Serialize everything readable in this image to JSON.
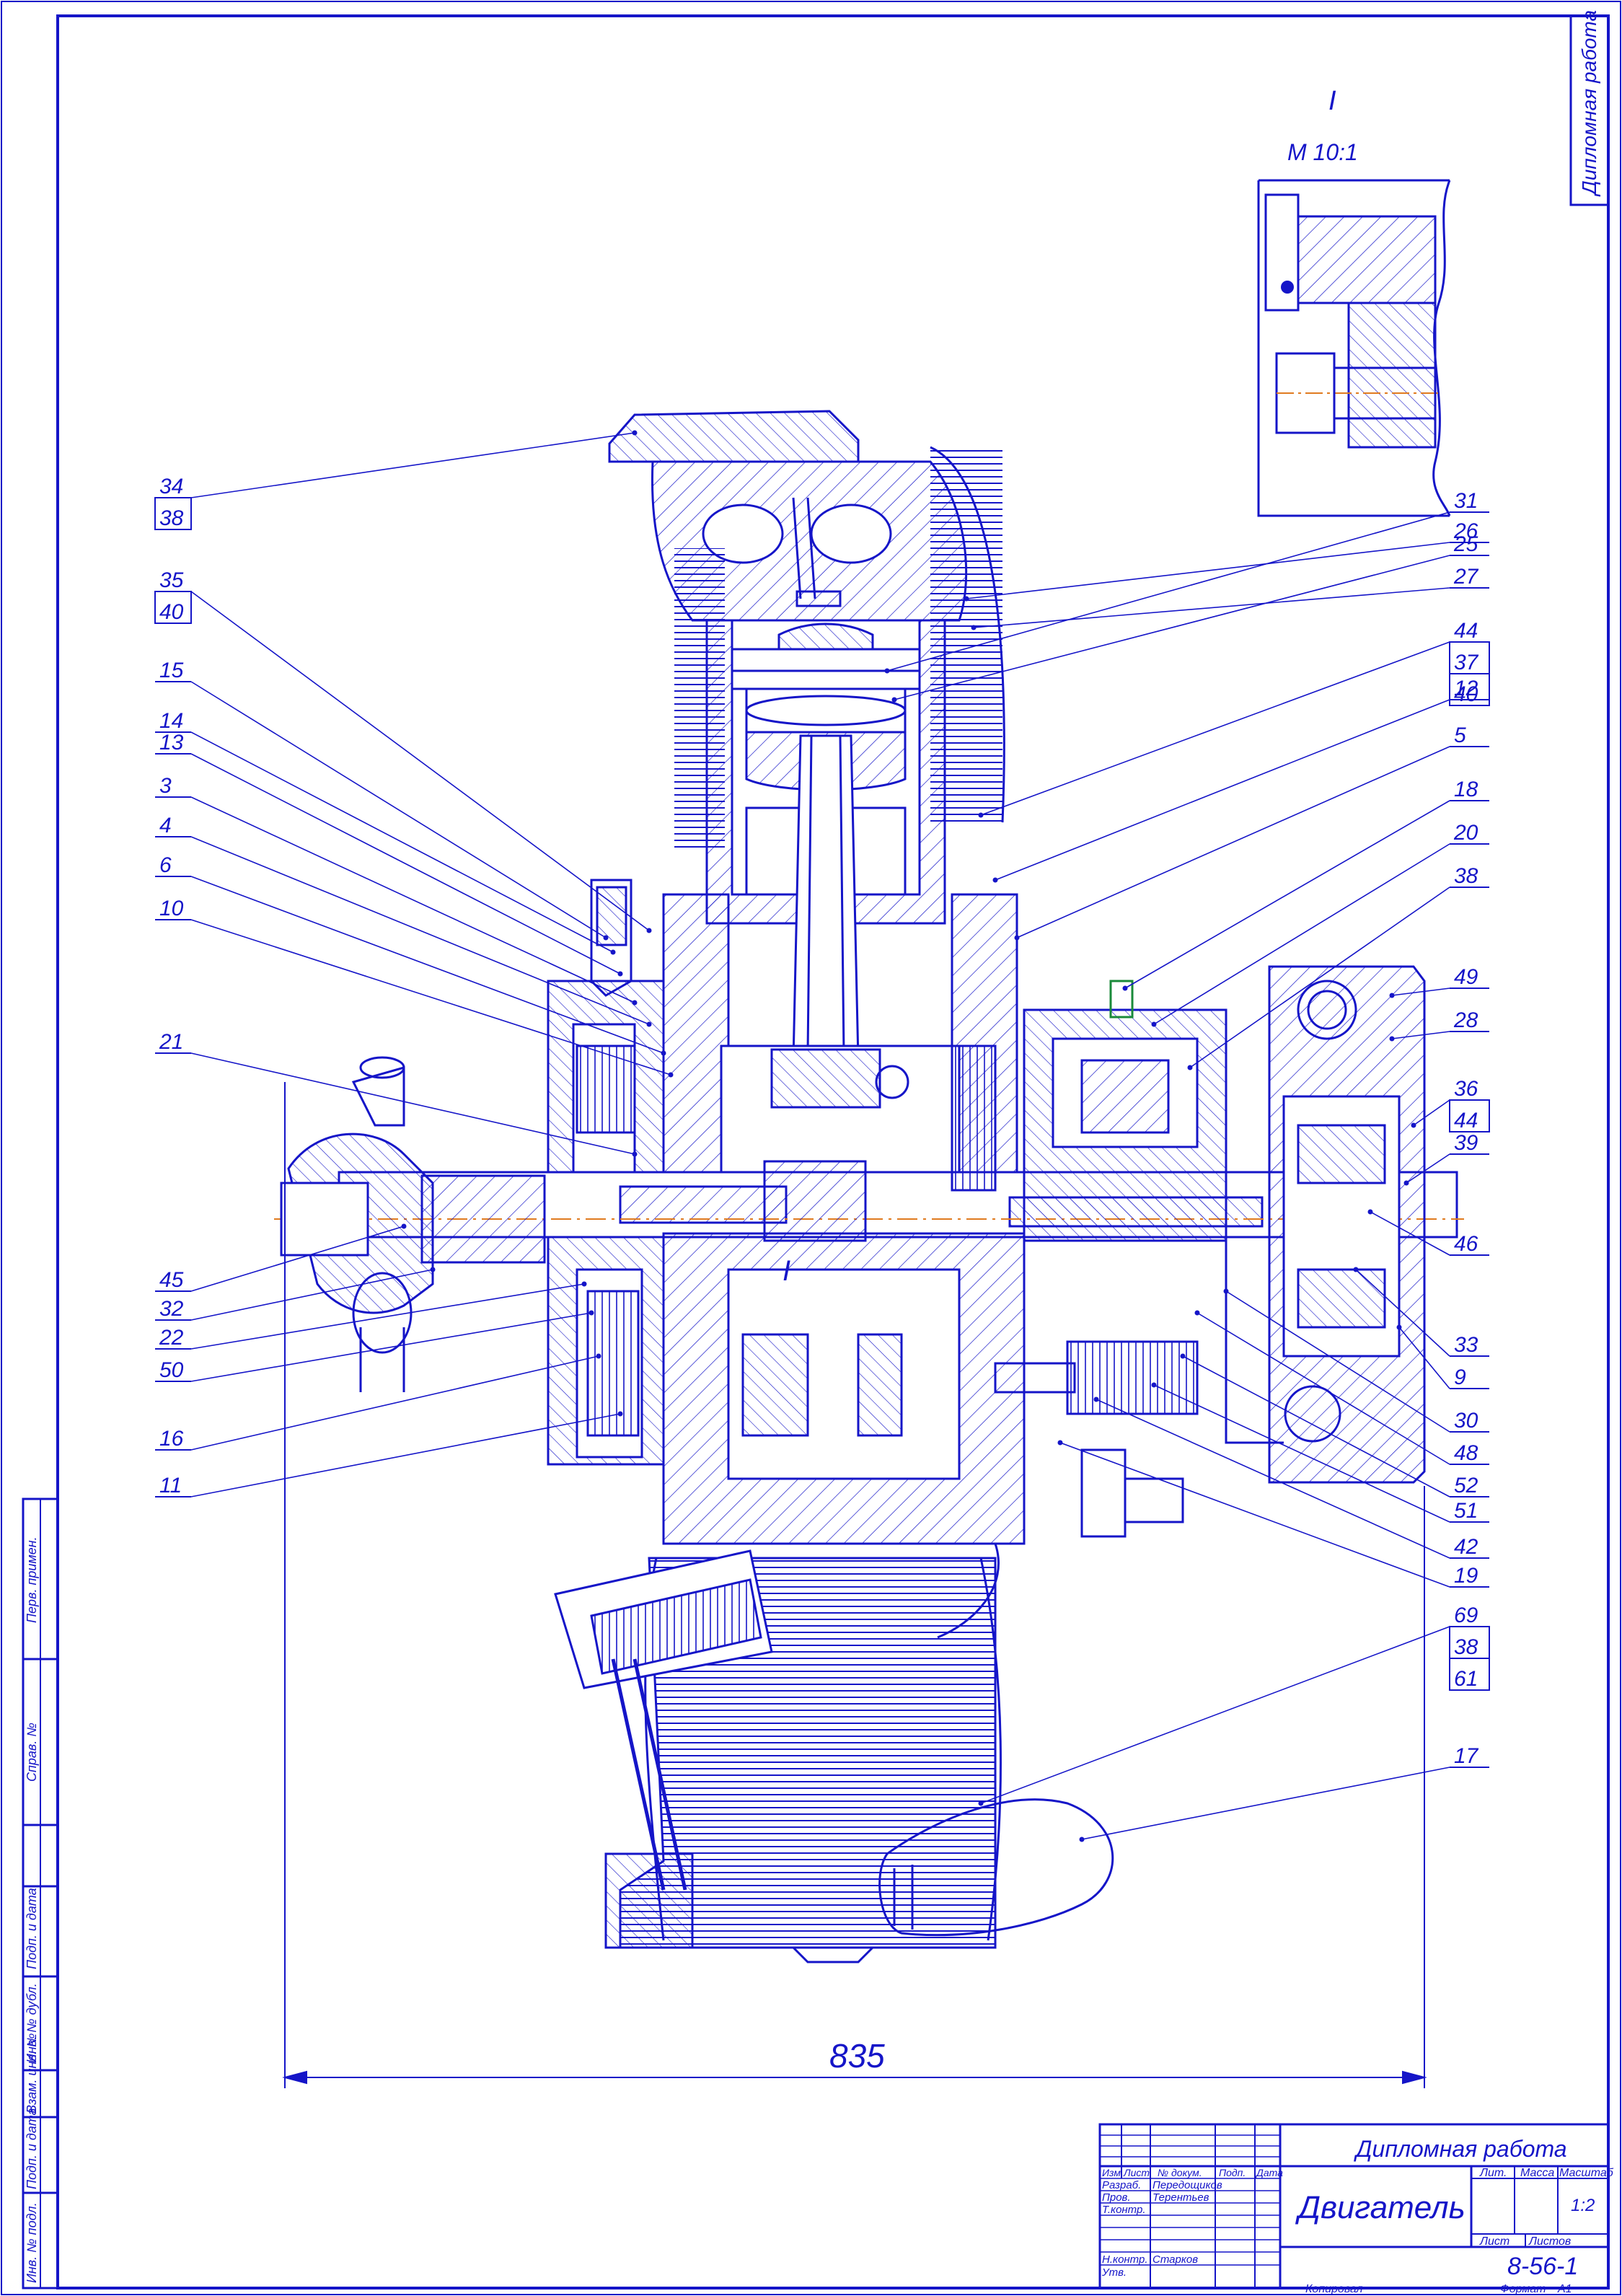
{
  "colors": {
    "ink": "#1515c8",
    "paper": "#ffffff",
    "centerline": "#e07b20",
    "accent_green": "#1a8a3a"
  },
  "corner_title": "Дипломная работа",
  "detail_view": {
    "label": "I",
    "scale": "М 10:1"
  },
  "section_mark": "I",
  "dimension": {
    "value": "835"
  },
  "callouts_left": [
    {
      "top": "34",
      "bottom": "38"
    },
    {
      "top": "35",
      "bottom": "40"
    },
    {
      "top": "15"
    },
    {
      "top": "14"
    },
    {
      "top": "13"
    },
    {
      "top": "3"
    },
    {
      "top": "4"
    },
    {
      "top": "6"
    },
    {
      "top": "10"
    },
    {
      "top": "21"
    },
    {
      "top": "45"
    },
    {
      "top": "32"
    },
    {
      "top": "22"
    },
    {
      "top": "50"
    },
    {
      "top": "16"
    },
    {
      "top": "11"
    }
  ],
  "callouts_right": [
    {
      "top": "26"
    },
    {
      "top": "27"
    },
    {
      "top": "31"
    },
    {
      "top": "25"
    },
    {
      "top": "44",
      "mid": "37",
      "bottom": "40"
    },
    {
      "top": "12"
    },
    {
      "top": "5"
    },
    {
      "top": "18"
    },
    {
      "top": "20"
    },
    {
      "top": "38"
    },
    {
      "top": "49"
    },
    {
      "top": "28"
    },
    {
      "top": "36",
      "bottom": "44"
    },
    {
      "top": "39"
    },
    {
      "top": "46"
    },
    {
      "top": "33"
    },
    {
      "top": "9"
    },
    {
      "top": "30"
    },
    {
      "top": "48"
    },
    {
      "top": "52"
    },
    {
      "top": "51"
    },
    {
      "top": "42"
    },
    {
      "top": "19"
    },
    {
      "top": "69",
      "mid": "38",
      "bottom": "61"
    },
    {
      "top": "17"
    }
  ],
  "side_stamp": [
    "Перв. примен.",
    "Справ. №",
    "Подп. и дата",
    "Инв. № дубл.",
    "Взам. инв. №",
    "Подп. и дата",
    "Инв. № подл."
  ],
  "title_block": {
    "document_title": "Дипломная работа",
    "drawing_name": "Двигатель",
    "header_cols": [
      "Изм",
      "Лист",
      "№ докум.",
      "Подп.",
      "Дата"
    ],
    "roles": [
      "Разраб.",
      "Пров.",
      "Т.контр.",
      "",
      "Н.контр.",
      "Утв."
    ],
    "names": [
      "Передощиков",
      "Терентьев",
      "",
      "",
      "Старков",
      ""
    ],
    "lit_label": "Лит.",
    "mass_label": "Масса",
    "scale_label": "Масштаб",
    "scale_value": "1:2",
    "sheet_label": "Лист",
    "sheets_label": "Листов",
    "designation": "8-56-1",
    "copied": "Копировал",
    "format_label": "Формат",
    "format_value": "A1"
  }
}
